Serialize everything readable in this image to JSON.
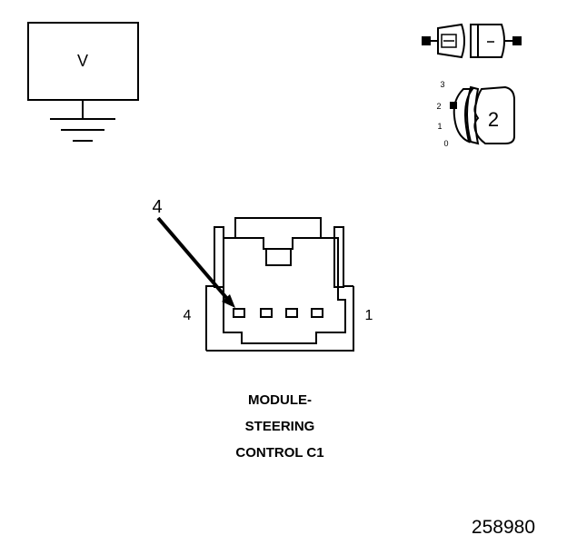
{
  "meter": {
    "symbol": "V"
  },
  "ignition_key": {
    "positions": [
      "3",
      "2",
      "1",
      "0"
    ],
    "current_position": "2"
  },
  "connector": {
    "callout_pin": "4",
    "pin_left_label": "4",
    "pin_right_label": "1",
    "name_lines": [
      "MODULE-",
      "STEERING",
      "CONTROL C1"
    ]
  },
  "figure_id": "258980",
  "colors": {
    "line": "#000000",
    "background": "#ffffff"
  }
}
